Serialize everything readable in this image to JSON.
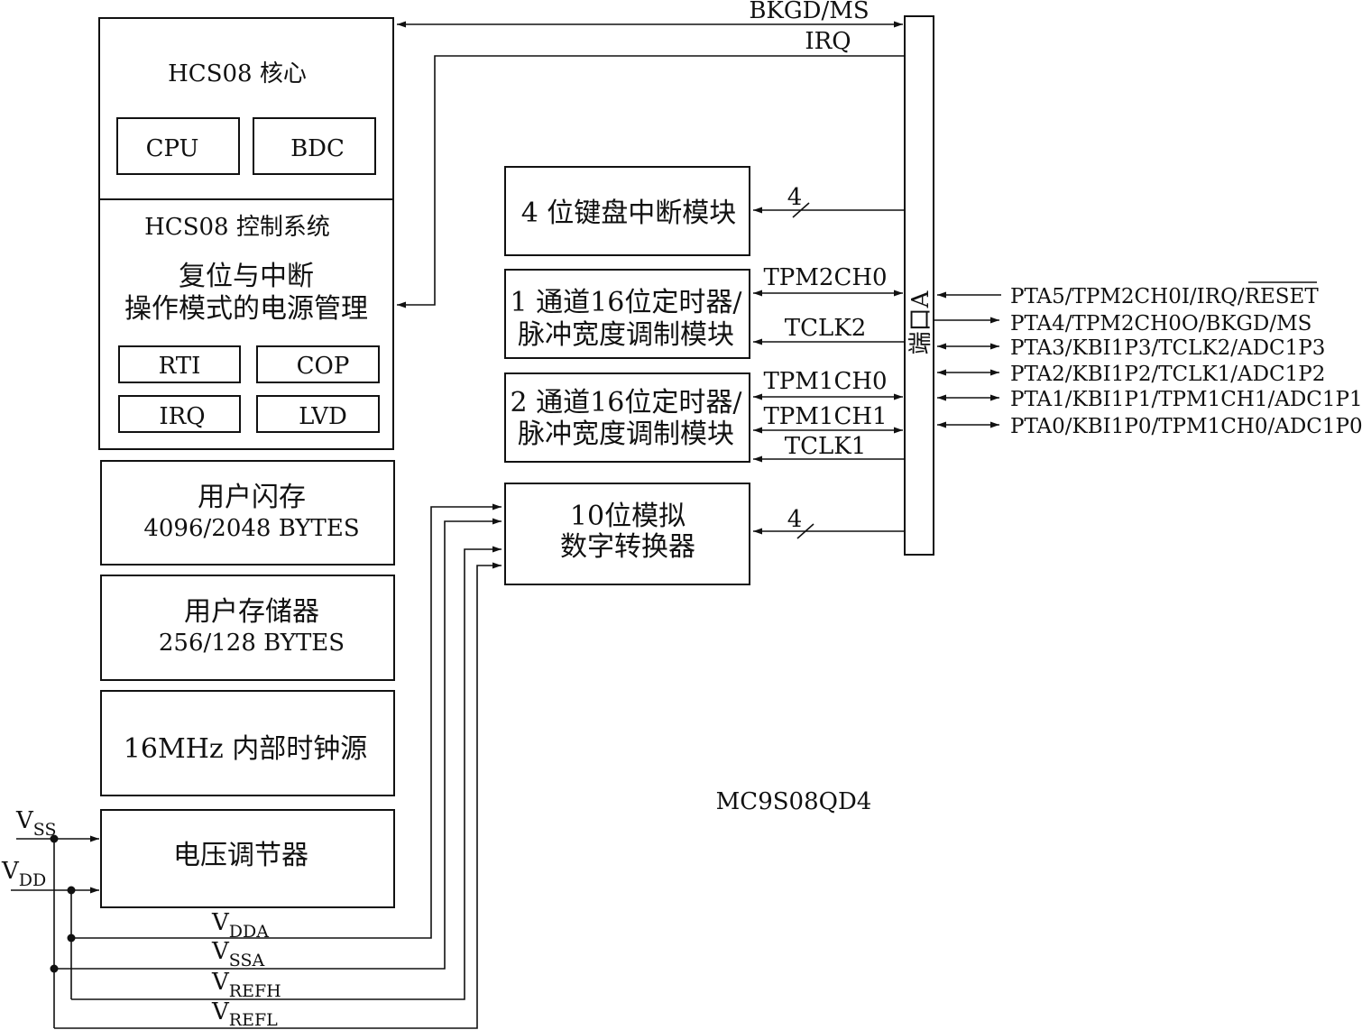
{
  "core": {
    "title": "HCS08 核心",
    "cpu": "CPU",
    "bdc": "BDC"
  },
  "control": {
    "title": "HCS08 控制系统",
    "line1": "复位与中断",
    "line2": "操作模式的电源管理",
    "rti": "RTI",
    "cop": "COP",
    "irq": "IRQ",
    "lvd": "LVD"
  },
  "flash": {
    "line1": "用户闪存",
    "line2": "4096/2048 BYTES"
  },
  "ram": {
    "line1": "用户存储器",
    "line2": "256/128 BYTES"
  },
  "clock": {
    "label": "16MHz 内部时钟源"
  },
  "regulator": {
    "label": "电压调节器"
  },
  "kbi": {
    "label": "4 位键盘中断模块",
    "bus_width": "4"
  },
  "tpm2": {
    "line1": "1 通道16位定时器/",
    "line2": "脉冲宽度调制模块",
    "sig1": "TPM2CH0",
    "sig2": "TCLK2"
  },
  "tpm1": {
    "line1": "2 通道16位定时器/",
    "line2": "脉冲宽度调制模块",
    "sig1": "TPM1CH0",
    "sig2": "TPM1CH1",
    "sig3": "TCLK1"
  },
  "adc": {
    "line1": "10位模拟",
    "line2": "数字转换器",
    "bus_width": "4"
  },
  "port": {
    "label": "端口A"
  },
  "top_signals": {
    "bkgd": "BKGD/MS",
    "irq": "IRQ"
  },
  "pins": {
    "pta5_prefix": "PTA5/TPM2CH0I/IRQ/",
    "pta5_reset": "RESET",
    "pta4": "PTA4/TPM2CH0O/BKGD/MS",
    "pta3": "PTA3/KBI1P3/TCLK2/ADC1P3",
    "pta2": "PTA2/KBI1P2/TCLK1/ADC1P2",
    "pta1": "PTA1/KBI1P1/TPM1CH1/ADC1P1",
    "pta0": "PTA0/KBI1P0/TPM1CH0/ADC1P0"
  },
  "supply": {
    "vss": "V",
    "vss_sub": "SS",
    "vdd": "V",
    "vdd_sub": "DD",
    "vdda": "V",
    "vdda_sub": "DDA",
    "vssa": "V",
    "vssa_sub": "SSA",
    "vrefh": "V",
    "vrefh_sub": "REFH",
    "vrefl": "V",
    "vrefl_sub": "REFL"
  },
  "chip": {
    "name": "MC9S08QD4"
  },
  "colors": {
    "line": "#111111",
    "background": "#ffffff"
  }
}
